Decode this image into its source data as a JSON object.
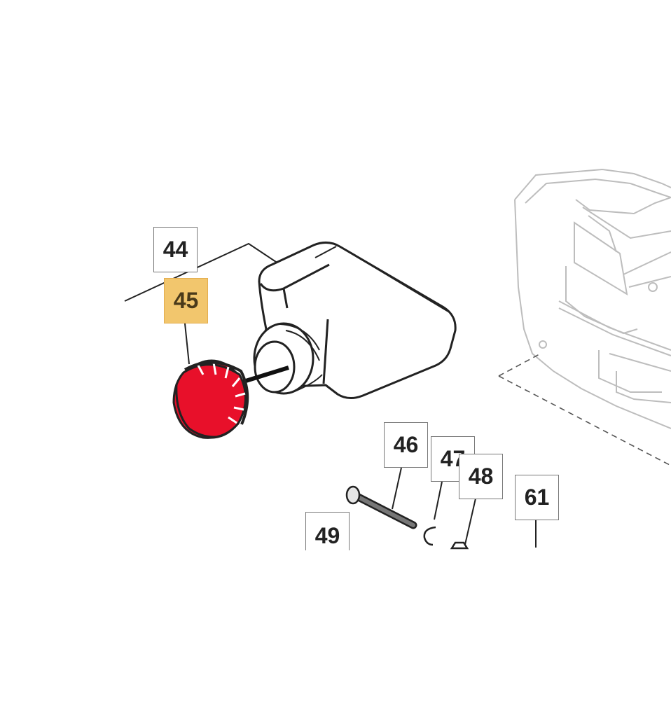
{
  "diagram": {
    "selected_part": "45",
    "colors": {
      "background": "#ffffff",
      "line": "#222222",
      "ghost_line": "#bdbdbd",
      "selected_part_fill": "#e8102a",
      "highlight_fill": "#f2c66d"
    },
    "callouts": [
      {
        "id": "44",
        "label": "44",
        "highlighted": false
      },
      {
        "id": "45",
        "label": "45",
        "highlighted": true
      },
      {
        "id": "46",
        "label": "46",
        "highlighted": false
      },
      {
        "id": "47",
        "label": "47",
        "highlighted": false
      },
      {
        "id": "48",
        "label": "48",
        "highlighted": false
      },
      {
        "id": "49",
        "label": "49",
        "highlighted": false
      },
      {
        "id": "61",
        "label": "61",
        "highlighted": false
      }
    ],
    "parts": [
      {
        "id": "44",
        "icon": "oil-tank-icon"
      },
      {
        "id": "45",
        "icon": "tank-cap-icon"
      },
      {
        "id": "46",
        "icon": "pin-icon"
      },
      {
        "id": "47",
        "icon": "circlip-icon"
      },
      {
        "id": "48",
        "icon": "nut-icon"
      },
      {
        "id": "61",
        "icon": "housing-icon"
      }
    ]
  }
}
